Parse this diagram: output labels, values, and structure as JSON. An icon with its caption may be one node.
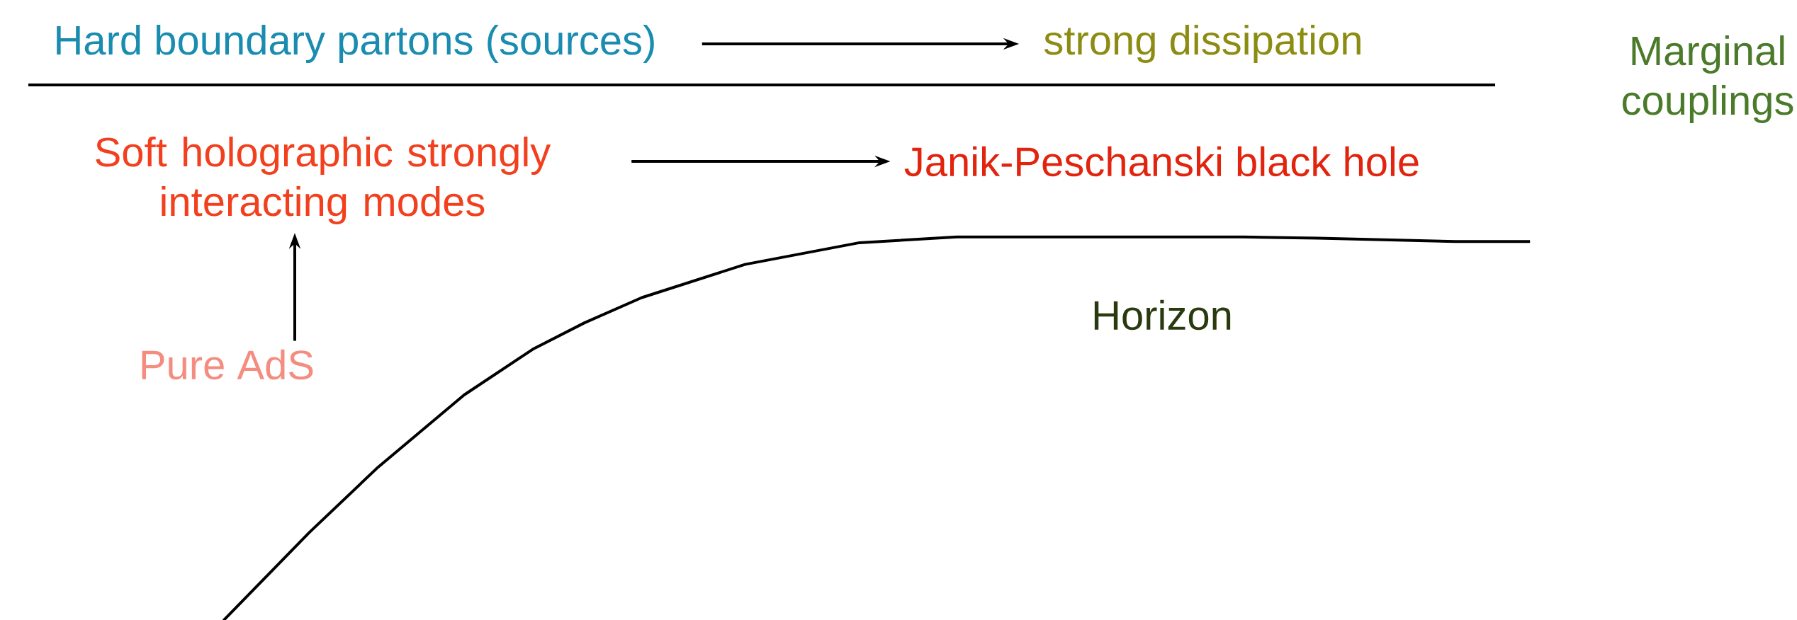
{
  "diagram": {
    "nodes": [
      {
        "text": [
          "Hard boundary partons (sources)"
        ]
      },
      {
        "text": [
          "strong dissipation"
        ]
      },
      {
        "text": [
          "Soft holographic strongly interacting modes"
        ]
      },
      {
        "text": [
          "Janik-Peschanski black hole"
        ]
      },
      {
        "text": [
          "Pure AdS"
        ]
      }
    ],
    "edges": [
      {
        "from": 0,
        "to": 1,
        "arrow": "to"
      },
      {
        "from": 2,
        "to": 3,
        "arrow": "to"
      },
      {
        "from": 4,
        "to": 2,
        "arrow": "to"
      }
    ],
    "labels": [
      "Marginal couplings",
      "Horizon"
    ]
  }
}
